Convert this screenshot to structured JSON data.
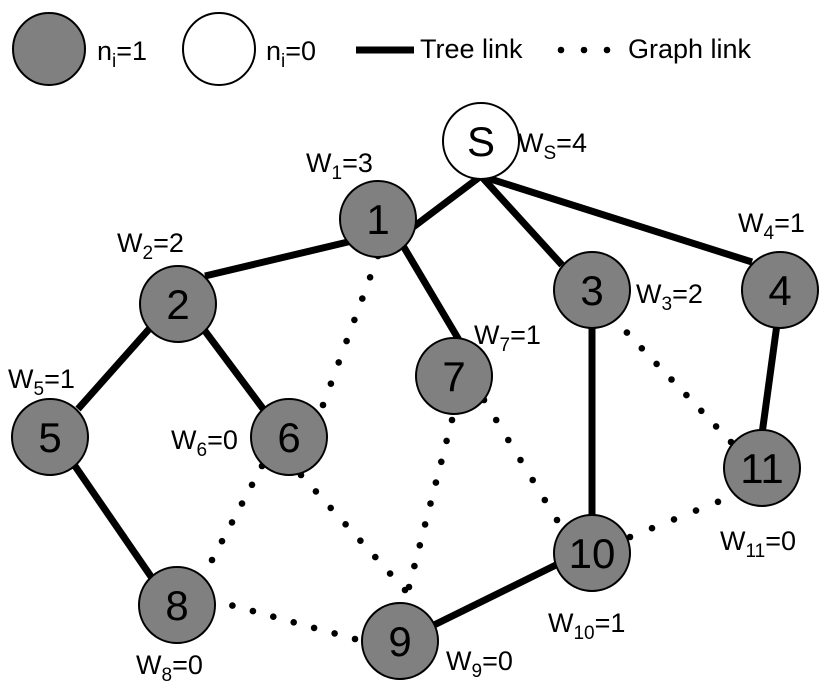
{
  "colors": {
    "filled": "#808080",
    "empty": "#ffffff",
    "stroke": "#000000"
  },
  "legend": {
    "filled_label": "n",
    "filled_sub": "i",
    "filled_value": "=1",
    "empty_label": "n",
    "empty_sub": "i",
    "empty_value": "=0",
    "tree_link": "Tree link",
    "graph_link": "Graph link"
  },
  "nodes": [
    {
      "id": "S",
      "filled": false
    },
    {
      "id": "1",
      "filled": true
    },
    {
      "id": "2",
      "filled": true
    },
    {
      "id": "3",
      "filled": true
    },
    {
      "id": "4",
      "filled": true
    },
    {
      "id": "5",
      "filled": true
    },
    {
      "id": "6",
      "filled": true
    },
    {
      "id": "7",
      "filled": true
    },
    {
      "id": "8",
      "filled": true
    },
    {
      "id": "9",
      "filled": true
    },
    {
      "id": "10",
      "filled": true
    },
    {
      "id": "11",
      "filled": true
    }
  ],
  "weights": [
    {
      "node": "S",
      "w": "W",
      "sub": "S",
      "value": "=4"
    },
    {
      "node": "1",
      "w": "W",
      "sub": "1",
      "value": "=3"
    },
    {
      "node": "2",
      "w": "W",
      "sub": "2",
      "value": "=2"
    },
    {
      "node": "3",
      "w": "W",
      "sub": "3",
      "value": "=2"
    },
    {
      "node": "4",
      "w": "W",
      "sub": "4",
      "value": "=1"
    },
    {
      "node": "5",
      "w": "W",
      "sub": "5",
      "value": "=1"
    },
    {
      "node": "6",
      "w": "W",
      "sub": "6",
      "value": "=0"
    },
    {
      "node": "7",
      "w": "W",
      "sub": "7",
      "value": "=1"
    },
    {
      "node": "8",
      "w": "W",
      "sub": "8",
      "value": "=0"
    },
    {
      "node": "9",
      "w": "W",
      "sub": "9",
      "value": "=0"
    },
    {
      "node": "10",
      "w": "W",
      "sub": "10",
      "value": "=1"
    },
    {
      "node": "11",
      "w": "W",
      "sub": "11",
      "value": "=0"
    }
  ],
  "tree_links": [
    [
      "S",
      "1"
    ],
    [
      "S",
      "3"
    ],
    [
      "S",
      "4"
    ],
    [
      "1",
      "2"
    ],
    [
      "1",
      "7"
    ],
    [
      "2",
      "5"
    ],
    [
      "2",
      "6"
    ],
    [
      "5",
      "8"
    ],
    [
      "3",
      "10"
    ],
    [
      "4",
      "11"
    ],
    [
      "10",
      "9"
    ]
  ],
  "graph_links": [
    [
      "1",
      "6"
    ],
    [
      "3",
      "11"
    ],
    [
      "6",
      "8"
    ],
    [
      "6",
      "9"
    ],
    [
      "7",
      "9"
    ],
    [
      "7",
      "10"
    ],
    [
      "8",
      "9"
    ],
    [
      "10",
      "11"
    ]
  ]
}
